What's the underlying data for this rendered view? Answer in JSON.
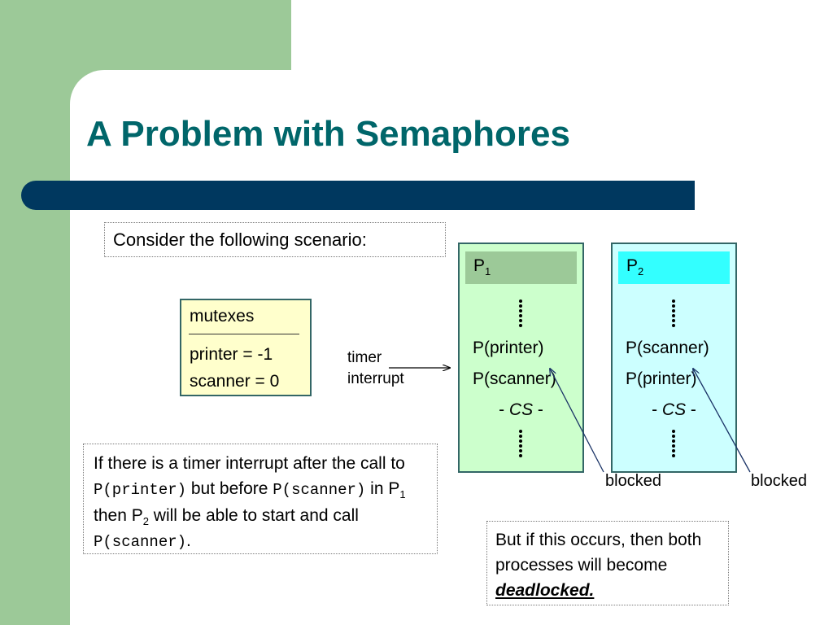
{
  "slide": {
    "title": "A Problem with Semaphores",
    "colors": {
      "title": "#00666a",
      "bar": "#00385f",
      "green": "#9cc998",
      "p1_fill": "#ccffcc",
      "p2_fill": "#ccffff",
      "mutex_fill": "#ffffcc"
    }
  },
  "scenario": {
    "text": "Consider the following scenario:"
  },
  "mutexes": {
    "title": "mutexes",
    "printer": "printer = -1",
    "scanner": "scanner = 0"
  },
  "timer": {
    "line1": "timer",
    "line2": "interrupt"
  },
  "p1": {
    "label": "P",
    "sub": "1",
    "line1": "P(printer)",
    "line2": "P(scanner)",
    "cs_prefix": "- ",
    "cs": "CS",
    "cs_suffix": " -"
  },
  "p2": {
    "label": "P",
    "sub": "2",
    "line1": "P(scanner)",
    "line2": "P(printer)",
    "cs_prefix": "- ",
    "cs": "CS",
    "cs_suffix": " -"
  },
  "blocked": {
    "left": "blocked",
    "right": "blocked"
  },
  "explain": {
    "t1": "If there is a timer interrupt after the call to ",
    "c1": "P(printer)",
    "t2": " but before ",
    "c2": "P(scanner)",
    "t3": " in P",
    "s1": "1",
    "t4": " then P",
    "s2": "2",
    "t5": " will be able to start and call ",
    "c3": "P(scanner)",
    "t6": "."
  },
  "deadlock": {
    "text": "But if this occurs, then both processes will become ",
    "word": "deadlocked."
  }
}
